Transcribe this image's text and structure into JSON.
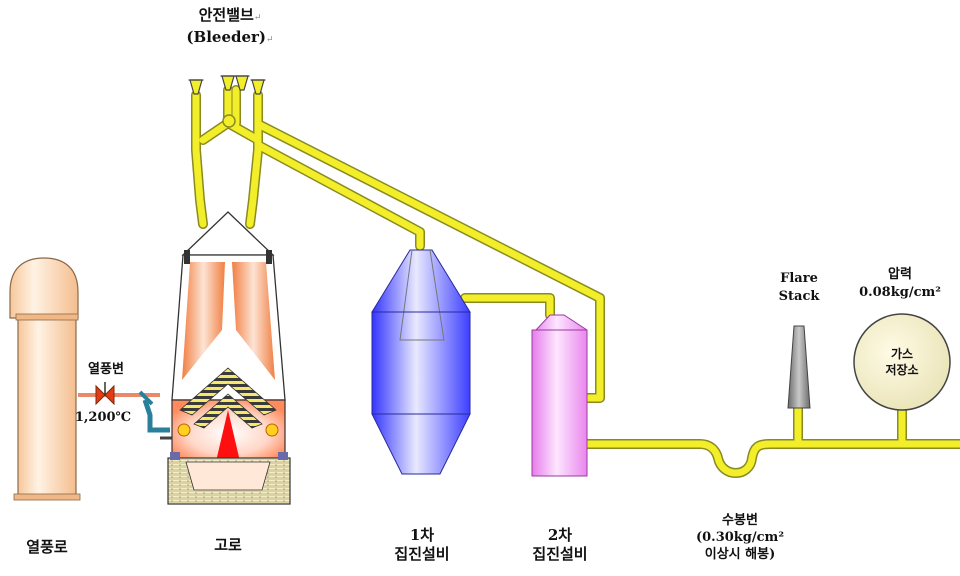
{
  "labels": {
    "bleeder_kr": "안전밸브",
    "bleeder_en": "(Bleeder)",
    "hot_stove": "열풍로",
    "hot_blast_valve": "열풍변",
    "temperature": "1,200℃",
    "blast_furnace": "고로",
    "primary_dust_1": "1차",
    "primary_dust_2": "집진설비",
    "secondary_dust_1": "2차",
    "secondary_dust_2": "집진설비",
    "water_seal_1": "수봉변",
    "water_seal_2": "(0.30kg/cm²",
    "water_seal_3": "이상시 해봉)",
    "flare_1": "Flare",
    "flare_2": "Stack",
    "pressure_1": "압력",
    "pressure_2": "0.08kg/cm²",
    "holder_1": "가스",
    "holder_2": "저장소"
  },
  "colors": {
    "pipe": "#f2ef2a",
    "pipe_edge": "#8a8a20",
    "stove": "#fbd7b2",
    "refractory": "#f2894f",
    "dust1": "#4a4cff",
    "dust2": "#f196f4",
    "holder": "#f7f3cf",
    "flare": "#8d8d8d",
    "flame": "#ff1010"
  }
}
